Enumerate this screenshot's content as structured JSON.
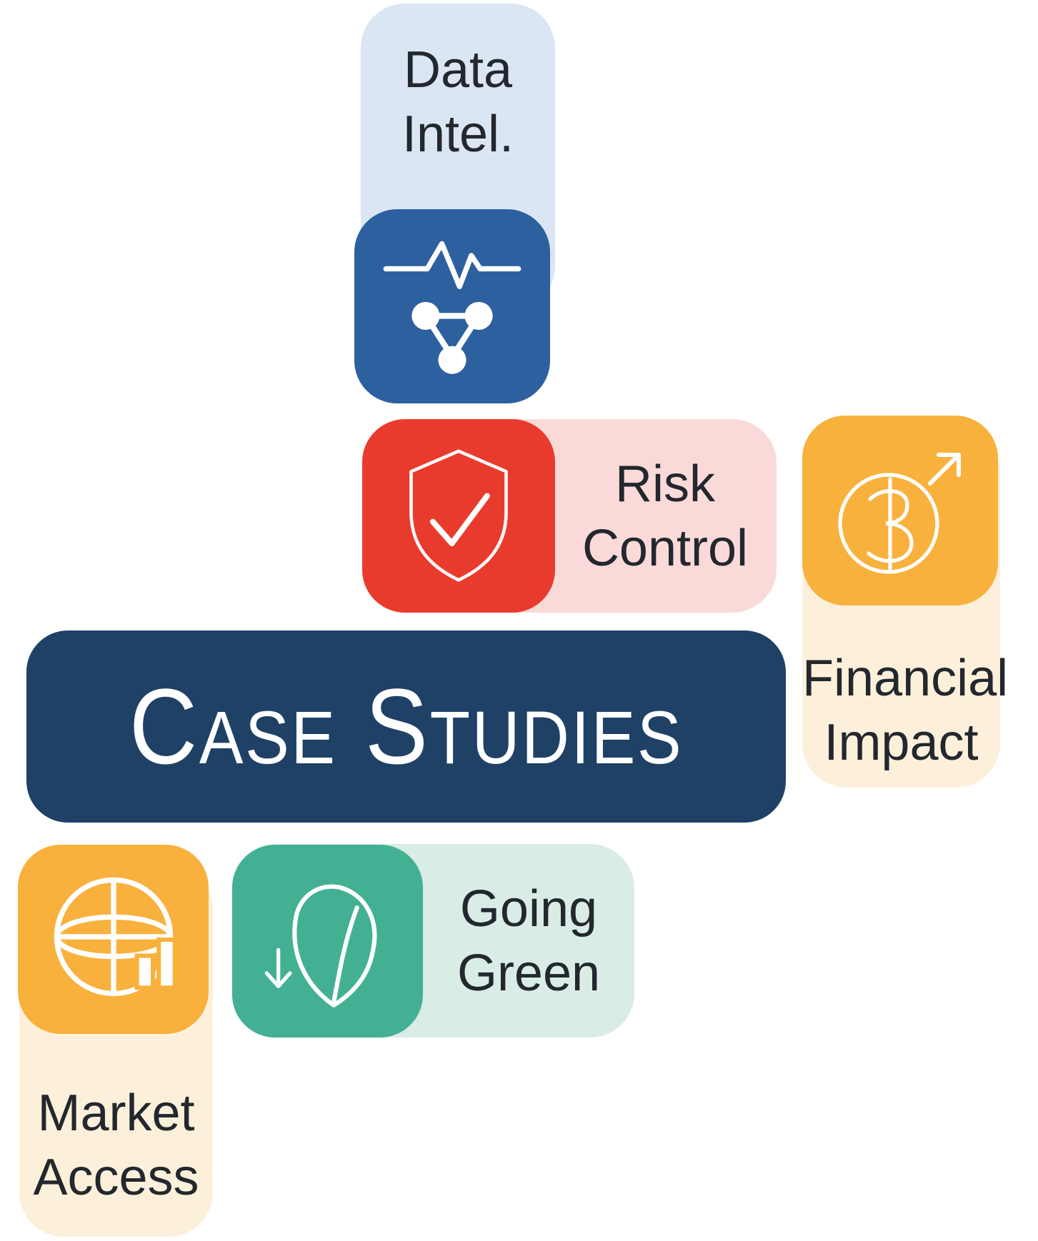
{
  "diagram": {
    "title": "Case Studies",
    "banner_bg": "#1F4166",
    "text_color": "#23272E",
    "items": [
      {
        "id": "data-intel",
        "label": [
          "Data",
          "Intel."
        ],
        "icon": "network-pulse-icon",
        "tile_color": "#2D609F",
        "label_bg": "#DBE6F4"
      },
      {
        "id": "risk-control",
        "label": [
          "Risk",
          "Control"
        ],
        "icon": "shield-check-icon",
        "tile_color": "#E93B2D",
        "label_bg": "#FADAD8"
      },
      {
        "id": "financial-impact",
        "label": [
          "Financial",
          "Impact"
        ],
        "icon": "currency-growth-icon",
        "tile_color": "#F9B13D",
        "label_bg": "#FDF0DA"
      },
      {
        "id": "market-access",
        "label": [
          "Market",
          "Access"
        ],
        "icon": "globe-chart-icon",
        "tile_color": "#F9B13D",
        "label_bg": "#FDF0DA"
      },
      {
        "id": "going-green",
        "label": [
          "Going",
          "Green"
        ],
        "icon": "leaf-down-icon",
        "tile_color": "#43B094",
        "label_bg": "#D9ECE5"
      }
    ]
  }
}
